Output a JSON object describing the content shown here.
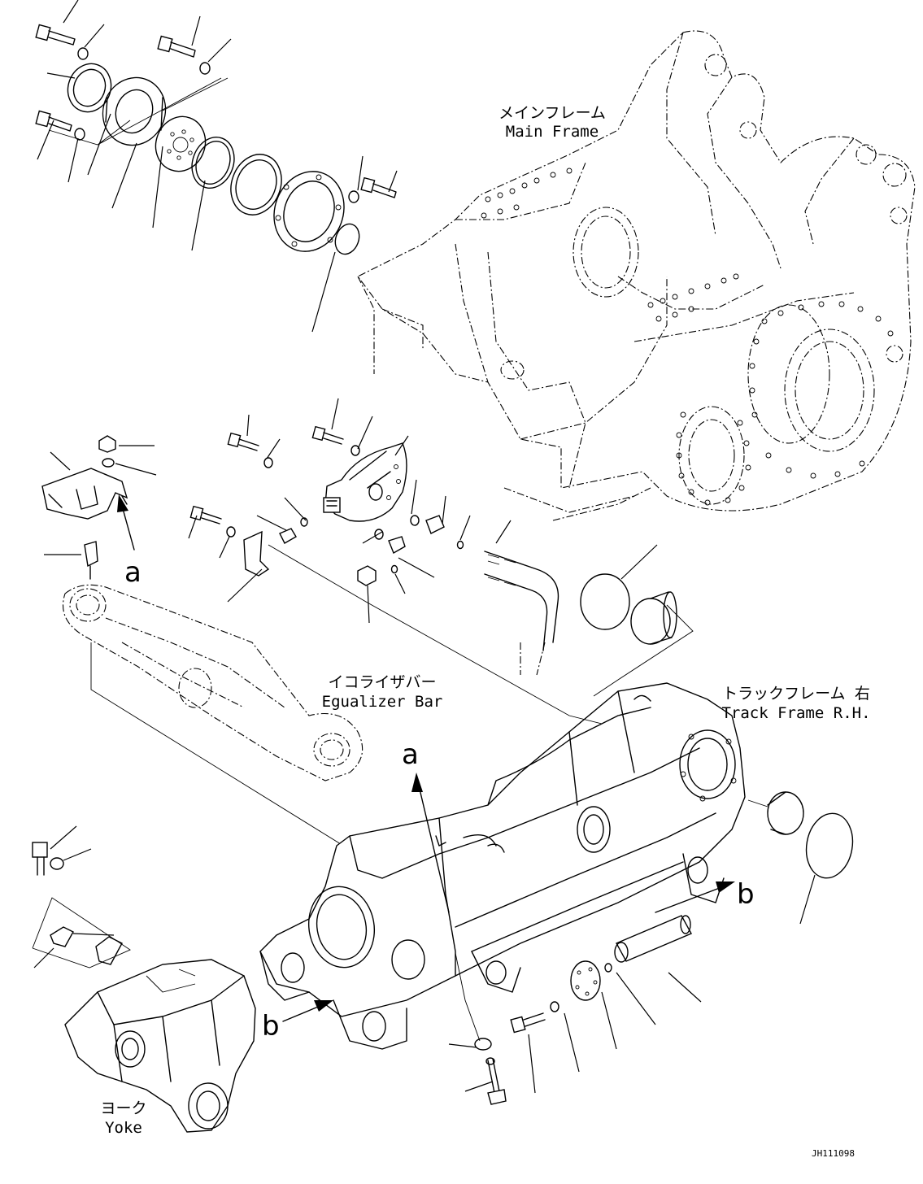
{
  "labels": {
    "main_frame_jp": "メインフレーム",
    "main_frame_en": "Main Frame",
    "equalizer_bar_jp": "イコライザバー",
    "equalizer_bar_en": "Egualizer Bar",
    "track_frame_jp": "トラックフレーム 右",
    "track_frame_en": "Track Frame R.H.",
    "yoke_jp": "ヨーク",
    "yoke_en": "Yoke"
  },
  "callouts": {
    "a_upper": "a",
    "a_lower": "a",
    "b_right": "b",
    "b_left": "b"
  },
  "drawing_code": "JH111098",
  "colors": {
    "line": "#000000",
    "background": "#ffffff"
  }
}
